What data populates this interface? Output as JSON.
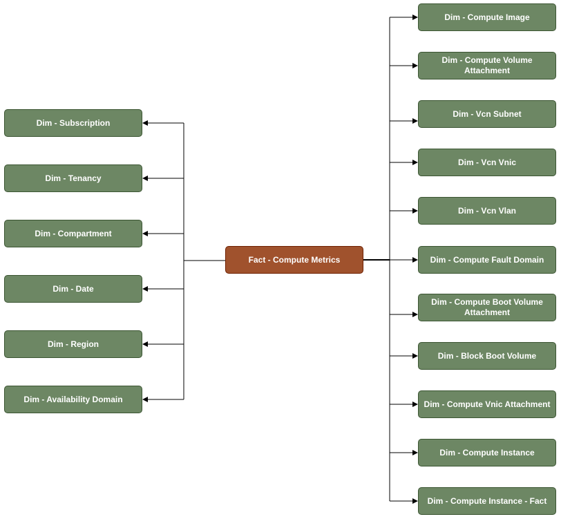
{
  "fact": {
    "label": "Fact - Compute Metrics"
  },
  "left_dims": [
    {
      "label": "Dim - Subscription"
    },
    {
      "label": "Dim - Tenancy"
    },
    {
      "label": "Dim - Compartment"
    },
    {
      "label": "Dim - Date"
    },
    {
      "label": "Dim - Region"
    },
    {
      "label": "Dim - Availability Domain"
    }
  ],
  "right_dims": [
    {
      "label": "Dim - Compute Image"
    },
    {
      "label": "Dim - Compute Volume Attachment"
    },
    {
      "label": "Dim - Vcn Subnet"
    },
    {
      "label": "Dim - Vcn Vnic"
    },
    {
      "label": "Dim - Vcn Vlan"
    },
    {
      "label": "Dim - Compute Fault Domain"
    },
    {
      "label": "Dim - Compute Boot Volume Attachment"
    },
    {
      "label": "Dim - Block Boot Volume"
    },
    {
      "label": "Dim - Compute Vnic Attachment"
    },
    {
      "label": "Dim - Compute Instance"
    },
    {
      "label": "Dim - Compute Instance - Fact"
    }
  ],
  "colors": {
    "dim_fill": "#6d8764",
    "dim_border": "#3a5431",
    "fact_fill": "#a0522d",
    "fact_border": "#6d1f00",
    "edge": "#000000"
  }
}
